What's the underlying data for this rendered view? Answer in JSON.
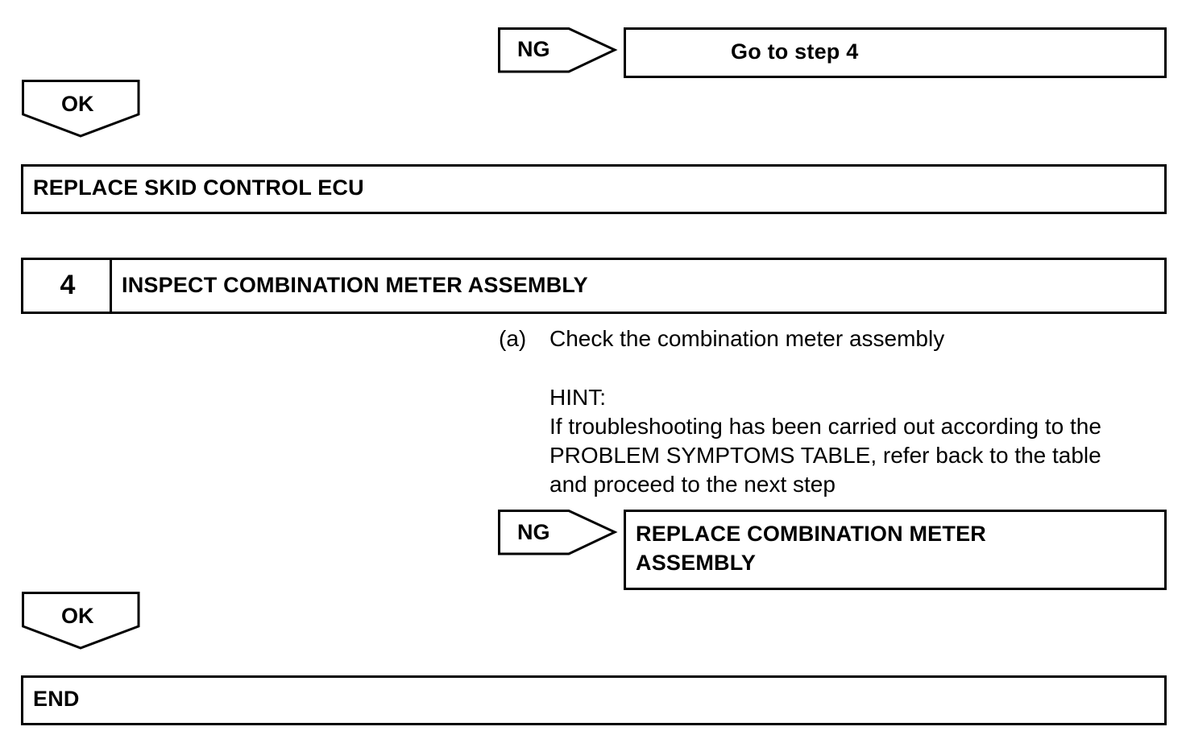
{
  "flow1": {
    "ng_label": "NG",
    "ng_result": "Go to step 4",
    "ok_label": "OK",
    "action": "REPLACE SKID CONTROL ECU"
  },
  "step4": {
    "number": "4",
    "title": "INSPECT COMBINATION METER ASSEMBLY",
    "instruction_marker": "(a)",
    "instruction_text": "Check the combination meter assembly",
    "hint_label": "HINT:",
    "hint_lines": [
      "If troubleshooting has been carried out according to the",
      "PROBLEM SYMPTOMS TABLE, refer back to the table",
      "and proceed to the next step"
    ],
    "ng_label": "NG",
    "ng_result_lines": [
      "REPLACE COMBINATION METER",
      "ASSEMBLY"
    ],
    "ok_label": "OK"
  },
  "end": {
    "label": "END"
  }
}
